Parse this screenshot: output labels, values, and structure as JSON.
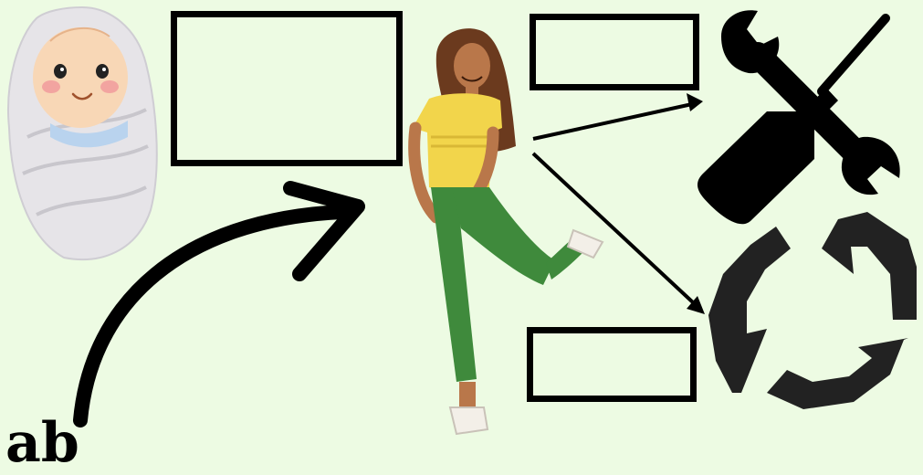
{
  "canvas": {
    "background": "#edfbe3"
  },
  "labels": {
    "bottom_left_text": "ab"
  },
  "boxes": [
    {
      "id": "box-top-left",
      "text": ""
    },
    {
      "id": "box-top-right",
      "text": ""
    },
    {
      "id": "box-bottom",
      "text": ""
    }
  ],
  "icons": {
    "baby": "swaddled-baby-illustration",
    "woman": "woman-illustration",
    "tools": "wrench-screwdriver-icon",
    "recycle": "recycle-arrows-icon"
  },
  "colors": {
    "ink": "#000000",
    "shirt": "#f2d54b",
    "pants": "#3f8a3c",
    "hair": "#6b3a1e",
    "skin": "#b9774a",
    "blanket": "#e6e4e8",
    "recycle": "#222222"
  }
}
